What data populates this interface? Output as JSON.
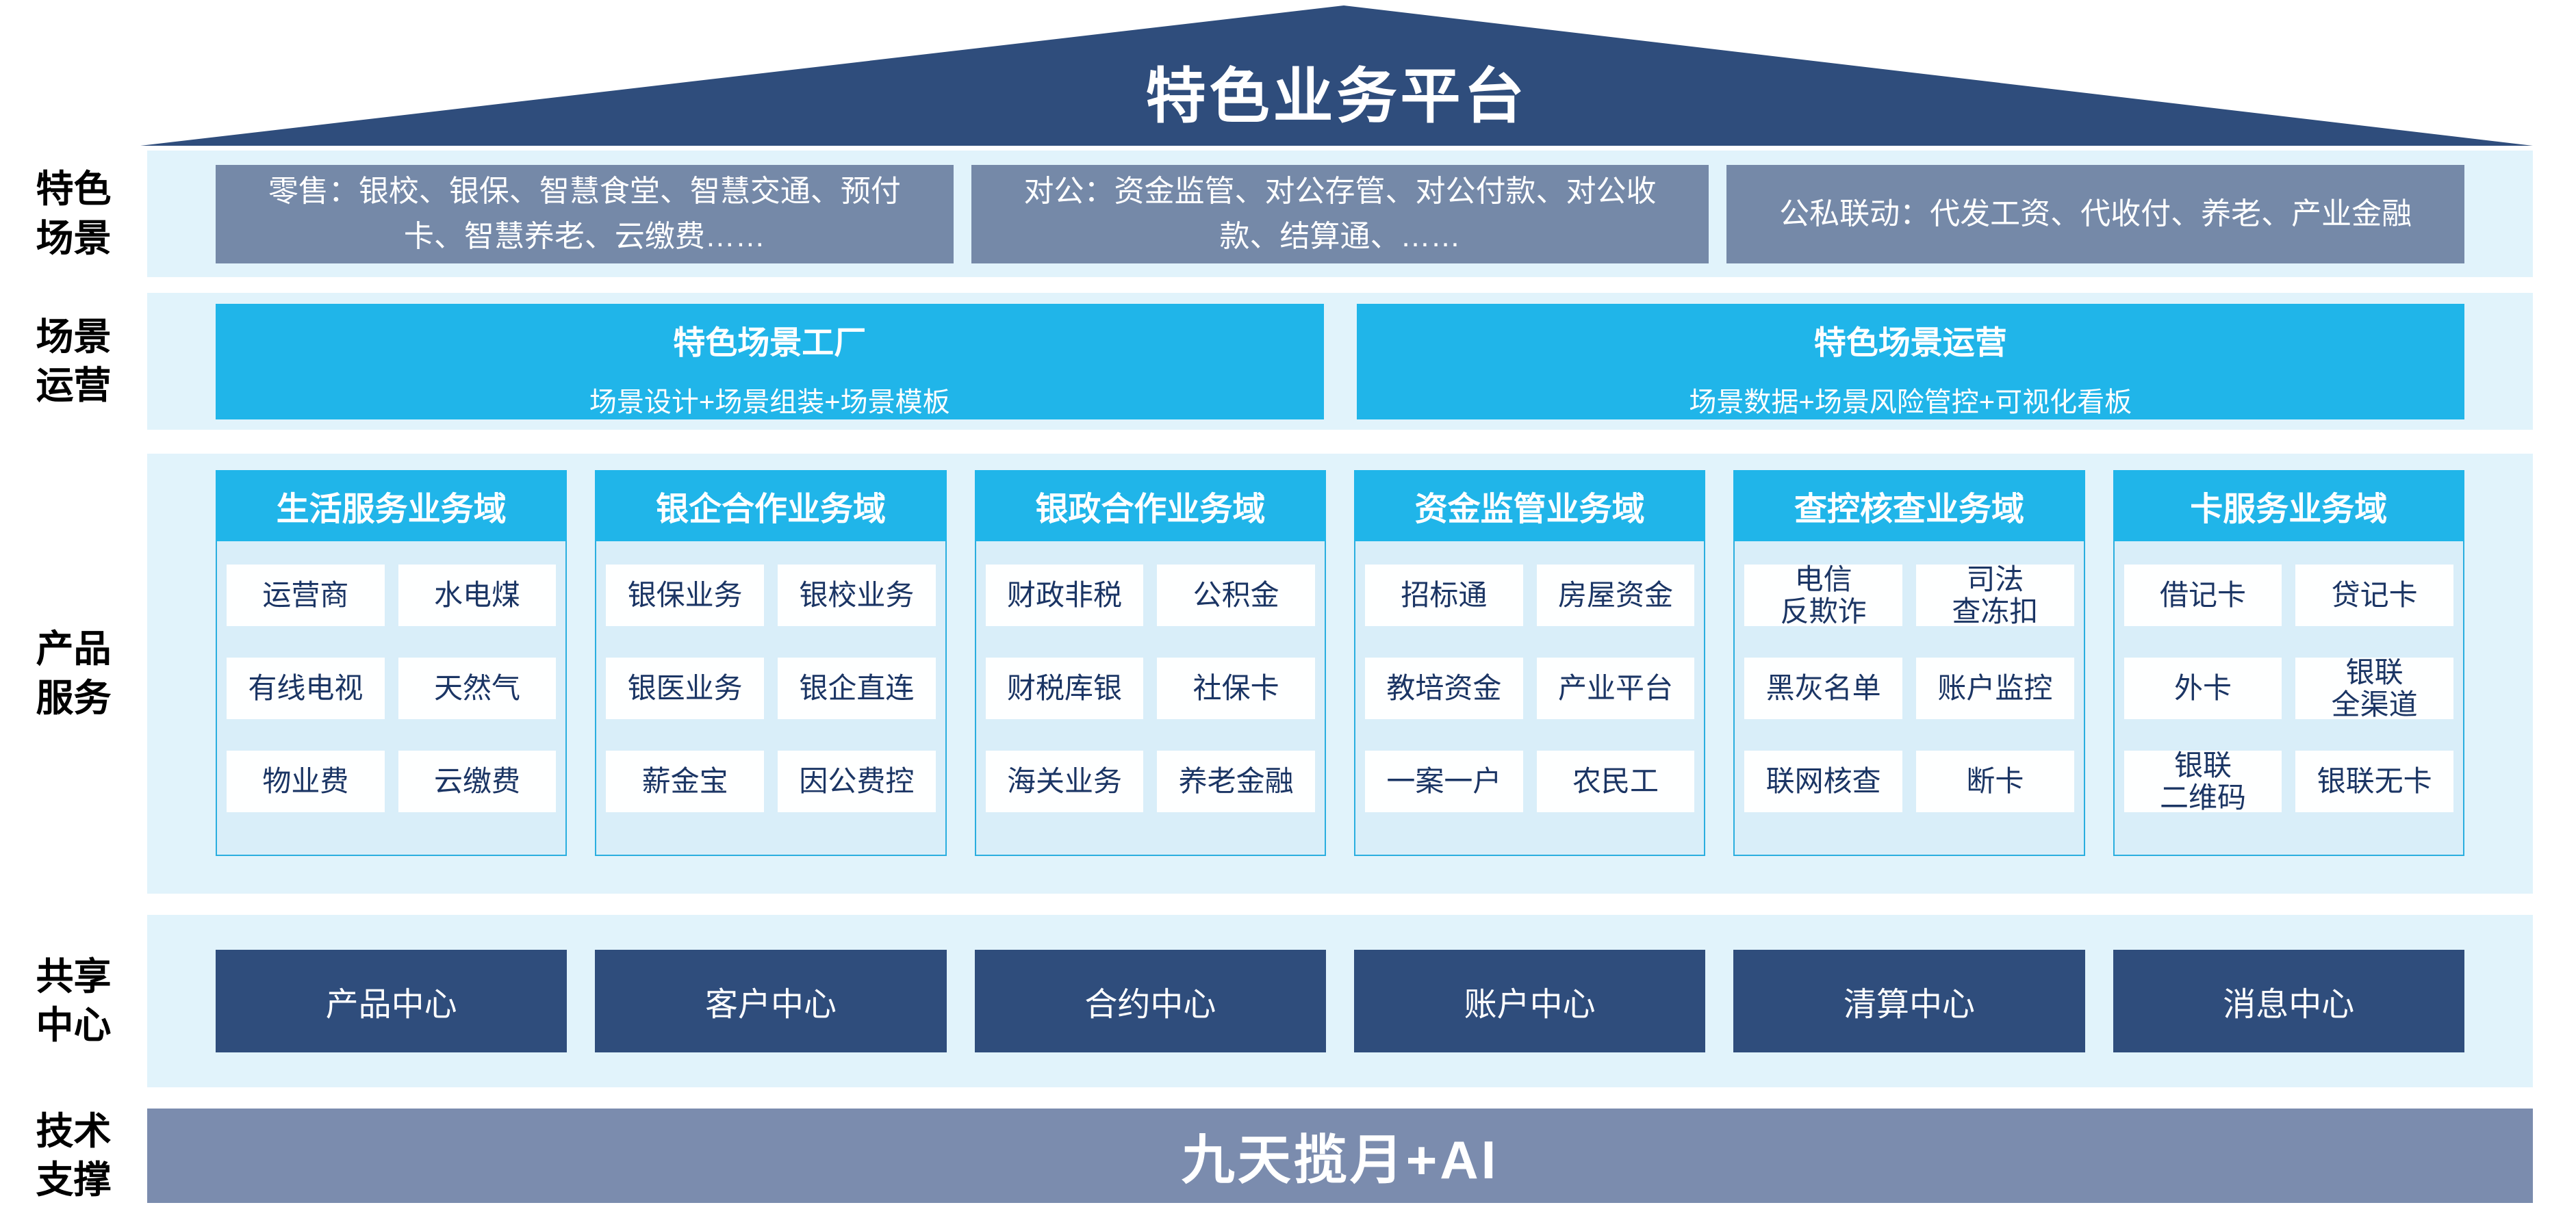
{
  "title": "特色业务平台",
  "colors": {
    "roof_navy": "#2F4D7C",
    "band_bg": "#E1F3FB",
    "slate_box": "#7589A8",
    "slate_banner": "#7B8CAE",
    "cyan": "#20B5E9",
    "cyan_border": "#2AAEDF",
    "column_body_bg": "#D9EEF9",
    "cell_bg": "#FEFFFF",
    "cell_text": "#1B3564",
    "label_text": "#000000",
    "box_text": "#FFFFFF"
  },
  "rows": [
    {
      "label": "特色\n场景",
      "boxes": [
        "零售：银校、银保、智慧食堂、智慧交通、预付卡、智慧养老、云缴费……",
        "对公：资金监管、对公存管、对公付款、对公收款、结算通、……",
        "公私联动：代发工资、代收付、养老、产业金融"
      ]
    },
    {
      "label": "场景\n运营",
      "boxes": [
        {
          "title": "特色场景工厂",
          "subtitle": "场景设计+场景组装+场景模板"
        },
        {
          "title": "特色场景运营",
          "subtitle": "场景数据+场景风险管控+可视化看板"
        }
      ]
    },
    {
      "label": "产品\n服务",
      "columns": [
        {
          "header": "生活服务业务域",
          "cells": [
            "运营商",
            "水电煤",
            "有线电视",
            "天然气",
            "物业费",
            "云缴费"
          ]
        },
        {
          "header": "银企合作业务域",
          "cells": [
            "银保业务",
            "银校业务",
            "银医业务",
            "银企直连",
            "薪金宝",
            "因公费控"
          ]
        },
        {
          "header": "银政合作业务域",
          "cells": [
            "财政非税",
            "公积金",
            "财税库银",
            "社保卡",
            "海关业务",
            "养老金融"
          ]
        },
        {
          "header": "资金监管业务域",
          "cells": [
            "招标通",
            "房屋资金",
            "教培资金",
            "产业平台",
            "一案一户",
            "农民工"
          ]
        },
        {
          "header": "查控核查业务域",
          "cells": [
            "电信\n反欺诈",
            "司法\n查冻扣",
            "黑灰名单",
            "账户监控",
            "联网核查",
            "断卡"
          ]
        },
        {
          "header": "卡服务业务域",
          "cells": [
            "借记卡",
            "贷记卡",
            "外卡",
            "银联\n全渠道",
            "银联\n二维码",
            "银联无卡"
          ]
        }
      ]
    },
    {
      "label": "共享\n中心",
      "boxes": [
        "产品中心",
        "客户中心",
        "合约中心",
        "账户中心",
        "清算中心",
        "消息中心"
      ]
    },
    {
      "label": "技术\n支撑",
      "banner": "九天揽月+AI"
    }
  ]
}
